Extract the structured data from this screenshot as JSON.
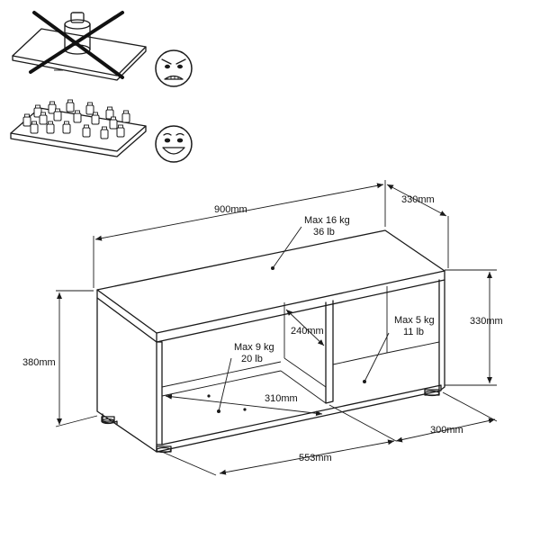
{
  "weight_notes": {
    "top": {
      "line1": "Max 16 kg",
      "line2": "36 lb"
    },
    "left": {
      "line1": "Max 9 kg",
      "line2": "20 lb"
    },
    "right": {
      "line1": "Max 5 kg",
      "line2": "11 lb"
    }
  },
  "dimensions": {
    "width": "900mm",
    "depth_top": "330mm",
    "height": "380mm",
    "inner_height": "330mm",
    "inner_depth": "240mm",
    "shelf_width_inner": "310mm",
    "left_bay_width": "553mm",
    "right_bay_depth": "300mm"
  },
  "icons": {
    "bad": "angry-face-icon",
    "good": "happy-face-icon"
  },
  "colors": {
    "line": "#1a1a1a",
    "bg": "#ffffff"
  }
}
